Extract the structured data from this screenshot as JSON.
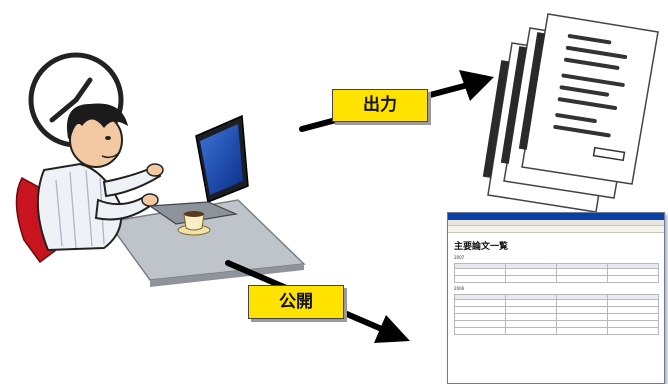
{
  "labels": {
    "output": "出力",
    "publish": "公開"
  },
  "screenshot": {
    "title": "主要論文一覧",
    "year_1": "2007",
    "year_2": "2006"
  },
  "colors": {
    "label_fill": "#ffe200",
    "arrow": "#000000"
  }
}
